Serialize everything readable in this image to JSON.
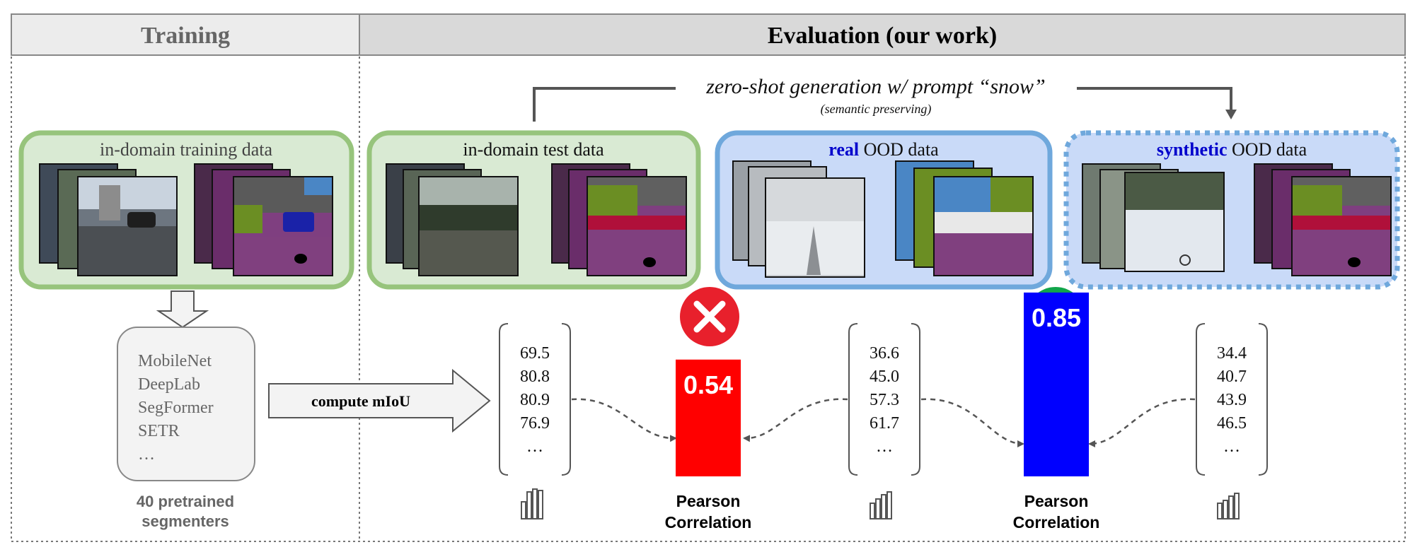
{
  "header": {
    "training": "Training",
    "evaluation": "Evaluation (our work)"
  },
  "generation": {
    "label": "zero-shot generation w/ prompt “snow”",
    "sublabel": "(semantic preserving)"
  },
  "panels": {
    "train_data": "in-domain training data",
    "test_data": "in-domain test data",
    "real_ood": {
      "bold": "real",
      "rest": " OOD data"
    },
    "synthetic_ood": {
      "bold": "synthetic",
      "rest": " OOD data"
    }
  },
  "models": {
    "names": [
      "MobileNet",
      "DeepLab",
      "SegFormer",
      "SETR",
      "…"
    ],
    "caption_line1": "40 pretrained",
    "caption_line2": "segmenters"
  },
  "compute": {
    "label": "compute mIoU"
  },
  "vectors": [
    {
      "values": [
        "69.5",
        "80.8",
        "80.9",
        "76.9",
        "…"
      ]
    },
    {
      "values": [
        "36.6",
        "45.0",
        "57.3",
        "61.7",
        "…"
      ]
    },
    {
      "values": [
        "34.4",
        "40.7",
        "43.9",
        "46.5",
        "…"
      ]
    }
  ],
  "chart_data": {
    "type": "bar",
    "categories": [
      "Pearson Correlation",
      "Pearson Correlation"
    ],
    "values": [
      0.54,
      0.85
    ],
    "value_labels": [
      "0.54",
      "0.85"
    ],
    "ylim": [
      0,
      1
    ],
    "bar_colors": [
      "#ff0000",
      "#0000ff"
    ],
    "verdicts": [
      "cross",
      "check"
    ]
  },
  "pearson": {
    "line1": "Pearson",
    "line2": "Correlation"
  },
  "colors": {
    "green_border": "#97c47c",
    "green_fill": "#d9ead3",
    "blue_border": "#6fa8dc",
    "blue_fill": "#c9daf8",
    "bold_blue": "#0000cc",
    "cross_red": "#e8202c",
    "check_green": "#11a54a"
  }
}
